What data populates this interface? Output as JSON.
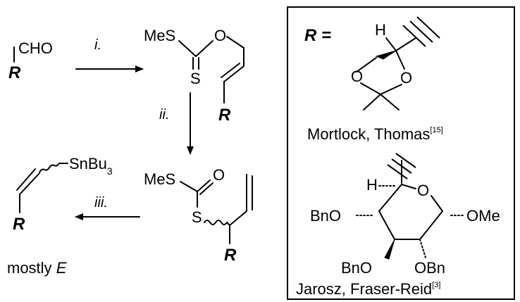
{
  "aldehyde": {
    "cho": "CHO",
    "r": "R"
  },
  "steps": {
    "i": "i.",
    "ii": "ii.",
    "iii": "iii."
  },
  "xanthate": {
    "mes": "MeS",
    "o": "O",
    "s": "S",
    "r": "R"
  },
  "dithiocarbonate": {
    "mes": "MeS",
    "o": "O",
    "s": "S",
    "r": "R"
  },
  "stannane": {
    "snbu": "SnBu",
    "sub": "3",
    "r": "R",
    "note_prefix": "mostly ",
    "note_e": "E"
  },
  "inset": {
    "r_label": "R =",
    "dioxolane": {
      "h": "H",
      "o1": "O",
      "o2": "O"
    },
    "ref1": {
      "text": "Mortlock, Thomas",
      "cite": "[15]"
    },
    "sugar": {
      "h": "H",
      "o": "O",
      "ome": "OMe",
      "bno1": "BnO",
      "bno2": "BnO",
      "obn": "OBn"
    },
    "ref2": {
      "text": "Jarosz, Fraser-Reid",
      "cite": "[3]"
    }
  }
}
